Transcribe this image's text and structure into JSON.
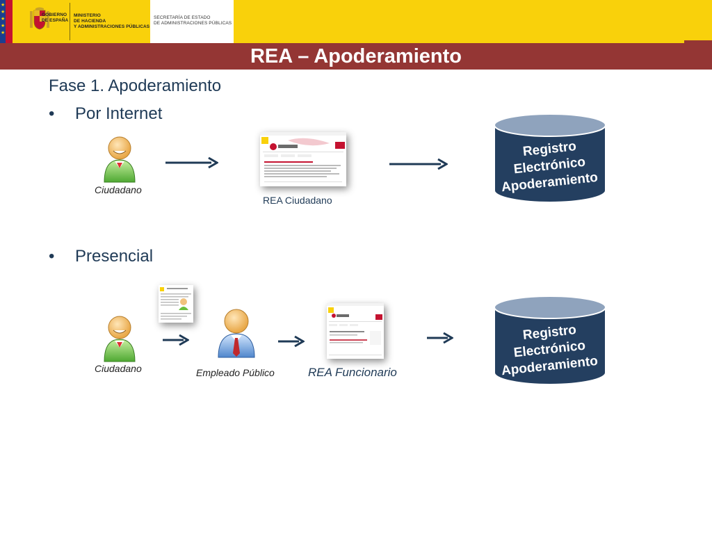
{
  "header": {
    "gov_lines": [
      "GOBIERNO",
      "DE ESPAÑA"
    ],
    "ministry_lines": [
      "MINISTERIO",
      "DE HACIENDA",
      "Y ADMINISTRACIONES PÚBLICAS"
    ],
    "secretariat_lines": [
      "SECRETARÍA DE ESTADO",
      "DE ADMINISTRACIONES PÚBLICAS"
    ]
  },
  "title": "REA – Apoderamiento",
  "phase": "Fase 1. Apoderamiento",
  "sections": [
    {
      "bullet": "•",
      "label": "Por Internet",
      "citizen_caption": "Ciudadano",
      "screen_caption": "REA Ciudadano",
      "registry_lines": [
        "Registro",
        "Electrónico",
        "Apoderamiento"
      ]
    },
    {
      "bullet": "•",
      "label": "Presencial",
      "citizen_caption": "Ciudadano",
      "employee_caption": "Empleado Público",
      "screen_caption": "REA Funcionario",
      "registry_lines": [
        "Registro",
        "Electrónico",
        "Apoderamiento"
      ]
    }
  ],
  "colors": {
    "gov_yellow": "#f9d10b",
    "title_bar": "#943634",
    "text_blue": "#1f3a56",
    "db_fill": "#243f60",
    "db_top": "#8fa3bd"
  }
}
